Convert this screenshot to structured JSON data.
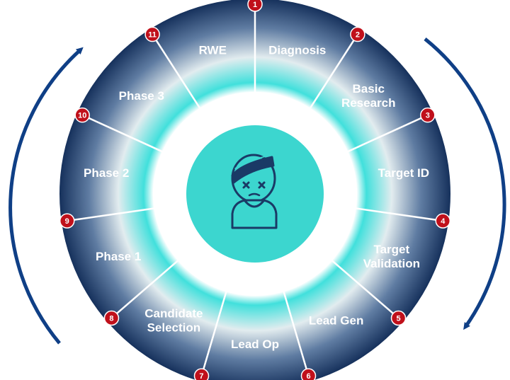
{
  "segments": [
    {
      "label_lines": [
        "Diagnosis"
      ]
    },
    {
      "label_lines": [
        "Basic",
        "Research"
      ]
    },
    {
      "label_lines": [
        "Target ID"
      ]
    },
    {
      "label_lines": [
        "Target",
        "Validation"
      ]
    },
    {
      "label_lines": [
        "Lead Gen"
      ]
    },
    {
      "label_lines": [
        "Lead Op"
      ]
    },
    {
      "label_lines": [
        "Candidate",
        "Selection"
      ]
    },
    {
      "label_lines": [
        "Phase 1"
      ]
    },
    {
      "label_lines": [
        "Phase 2"
      ]
    },
    {
      "label_lines": [
        "Phase 3"
      ]
    },
    {
      "label_lines": [
        "RWE"
      ]
    }
  ],
  "badges": [
    "1",
    "2",
    "3",
    "4",
    "5",
    "6",
    "7",
    "8",
    "9",
    "10",
    "11"
  ],
  "center_icon": "sick-patient-icon",
  "colors": {
    "ring_outer": "#16315c",
    "ring_inner": "#41e0dc",
    "divider": "#ffffff",
    "badge": "#c0101b",
    "center": "#3cd6cf",
    "icon": "#1a3a66",
    "arrow": "#0f3f86"
  }
}
